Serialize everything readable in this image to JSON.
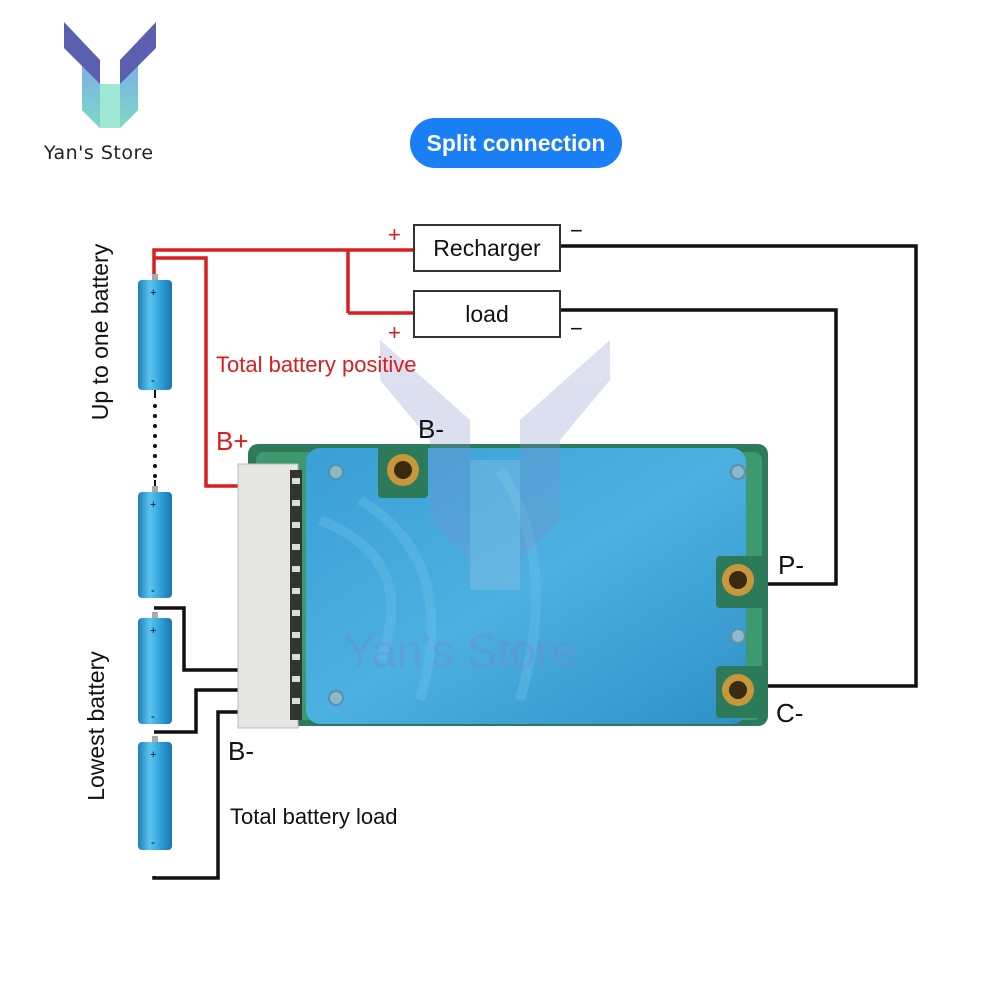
{
  "brand": {
    "name": "Yan's Store"
  },
  "badge": {
    "label": "Split connection"
  },
  "boxes": {
    "recharger": "Recharger",
    "load": "load"
  },
  "terminals": {
    "recharger_plus": "+",
    "recharger_minus": "−",
    "load_plus": "+",
    "load_minus": "−",
    "b_plus": "B+",
    "b_minus_top": "B-",
    "b_minus_bottom": "B-",
    "p_minus": "P-",
    "c_minus": "C-"
  },
  "labels": {
    "total_positive": "Total battery positive",
    "total_load": "Total battery load",
    "up_to_one": "Up to one battery",
    "lowest": "Lowest battery"
  },
  "watermark": "Yan's Store",
  "colors": {
    "accent": "#1a7ef5",
    "wire_red": "#d81e1e",
    "wire_black": "#111111",
    "cell_blue": "#2ea3dc",
    "pcb_blue": "#3aa4dc",
    "positive_text": "#d81e1e"
  }
}
